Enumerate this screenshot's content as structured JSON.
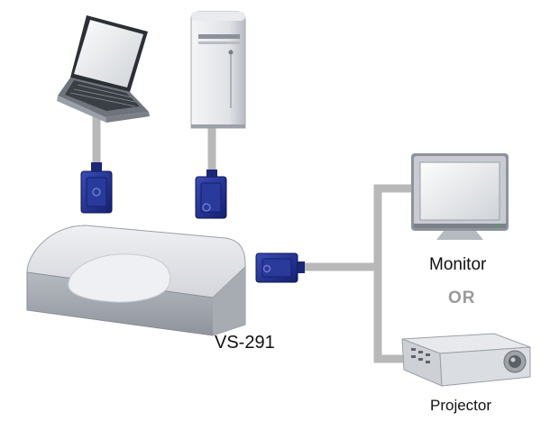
{
  "diagram": {
    "switch_label": "VS-291",
    "monitor_label": "Monitor",
    "or_label": "OR",
    "projector_label": "Projector",
    "icons": [
      "laptop-icon",
      "tower-pc-icon",
      "vga-connector-icon",
      "switcher-icon",
      "monitor-icon",
      "projector-icon"
    ],
    "colors": {
      "cable": "#b8b8b8",
      "connector": "#1f2f8c",
      "device_body": "#d4d7dc",
      "or_text": "#9a9a9a"
    }
  }
}
